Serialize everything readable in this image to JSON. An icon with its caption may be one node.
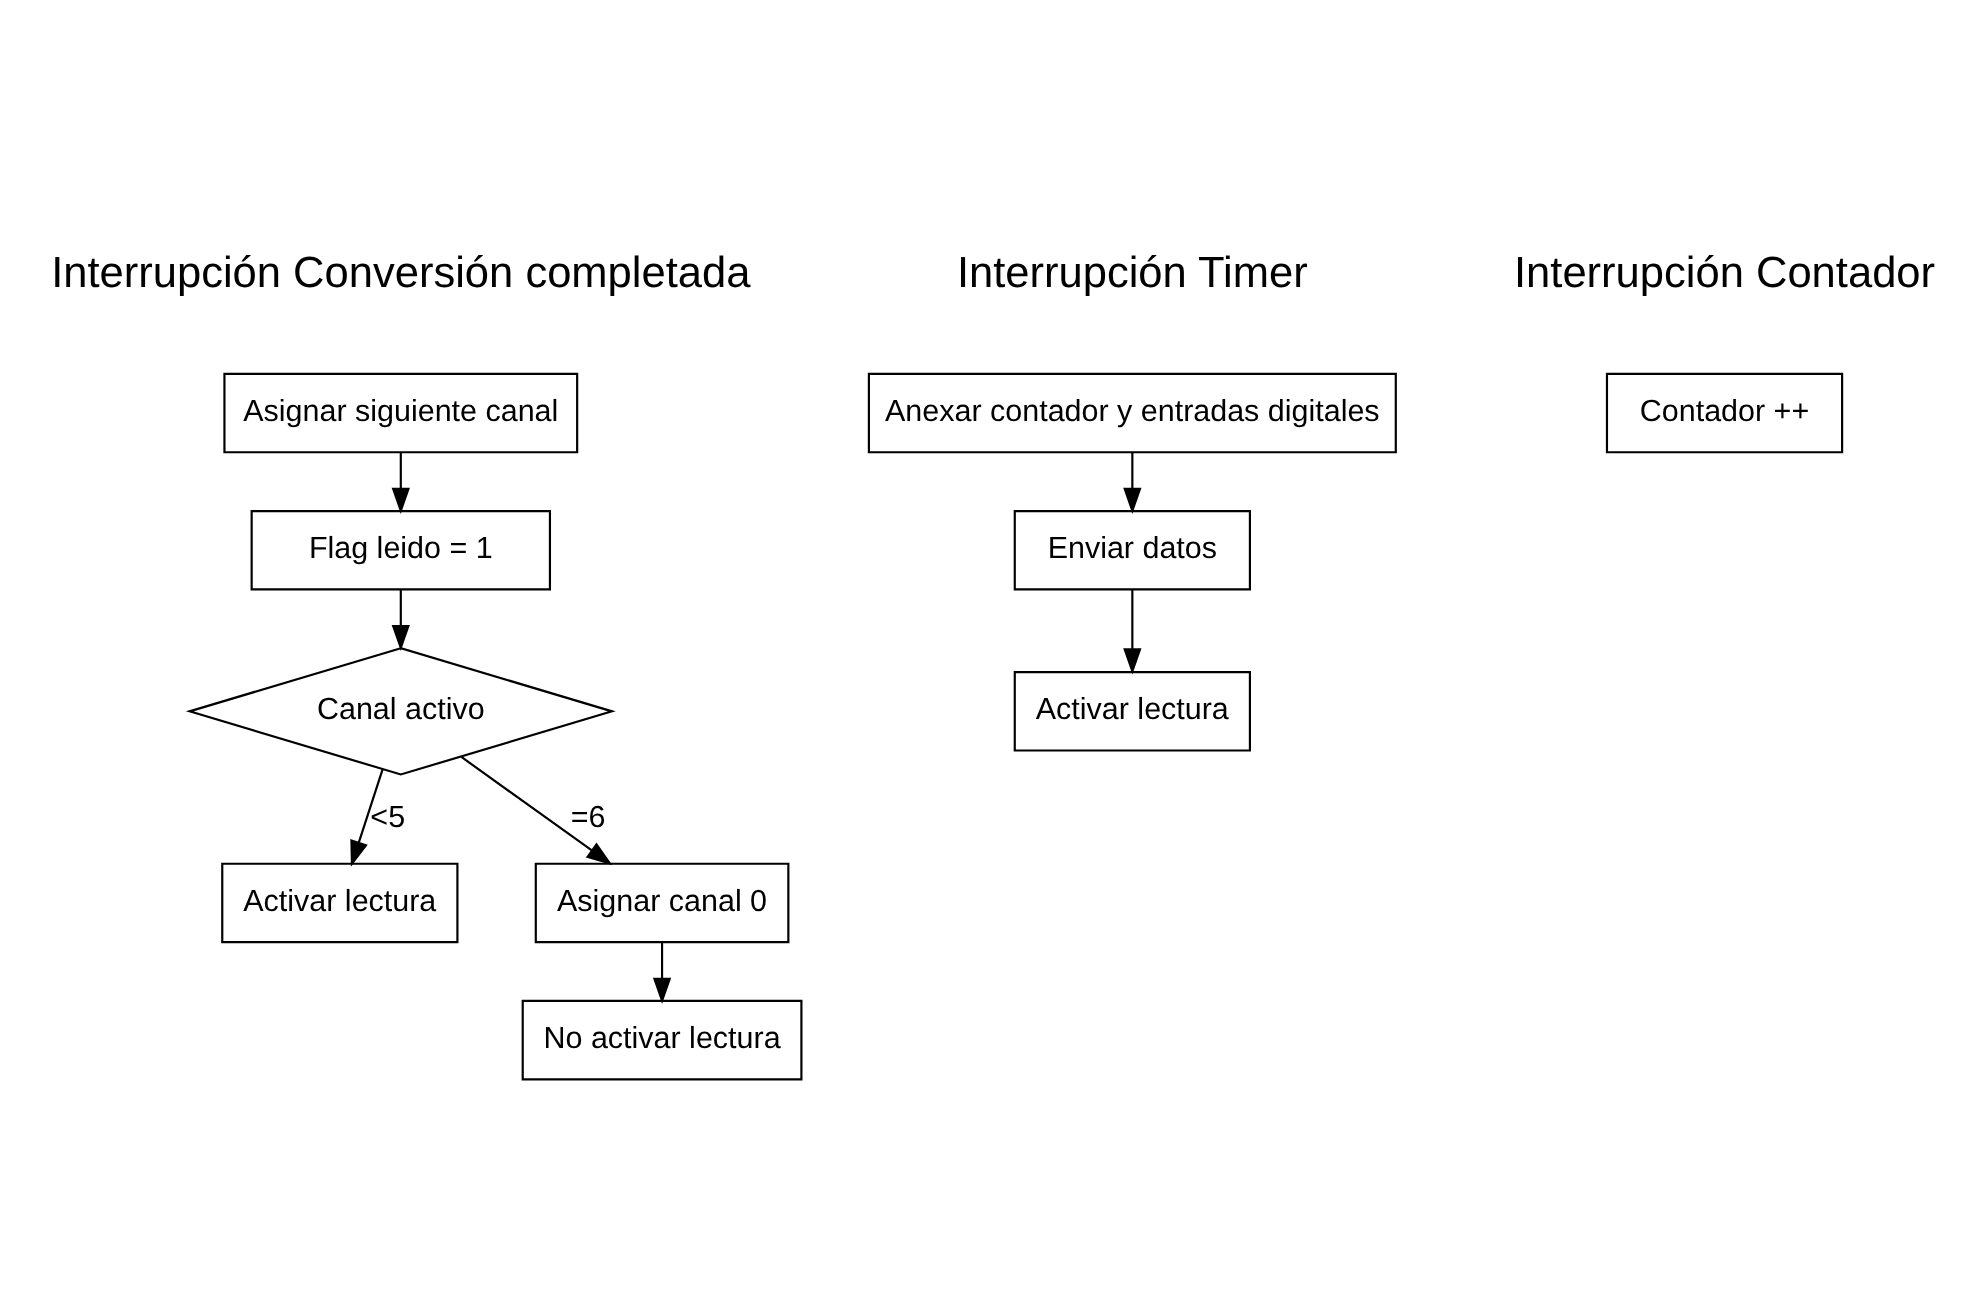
{
  "diagram": {
    "nodes": [
      {
        "text": [
          "Asignar siguiente canal"
        ]
      },
      {
        "text": [
          "Flag leido = 1"
        ]
      },
      {
        "text": [
          "Canal activo"
        ]
      },
      {
        "text": [
          "Activar lectura"
        ]
      },
      {
        "text": [
          "Asignar canal 0"
        ]
      },
      {
        "text": [
          "No activar lectura"
        ]
      },
      {
        "text": [
          "Anexar contador y entradas digitales"
        ]
      },
      {
        "text": [
          "Enviar datos"
        ]
      },
      {
        "text": [
          "Activar lectura"
        ]
      },
      {
        "text": [
          "Contador ++"
        ]
      }
    ],
    "edges": [
      {
        "from": 0,
        "to": 1,
        "arrow": "to"
      },
      {
        "from": 1,
        "to": 2,
        "arrow": "to"
      },
      {
        "from": 2,
        "to": 3,
        "arrow": "to",
        "label": "<5"
      },
      {
        "from": 2,
        "to": 4,
        "arrow": "to",
        "label": "=6"
      },
      {
        "from": 4,
        "to": 5,
        "arrow": "to"
      },
      {
        "from": 6,
        "to": 7,
        "arrow": "to"
      },
      {
        "from": 7,
        "to": 8,
        "arrow": "to"
      }
    ],
    "labels": [
      "Interrupción Conversión completada",
      "Interrupción Timer",
      "Interrupción Contador"
    ]
  }
}
